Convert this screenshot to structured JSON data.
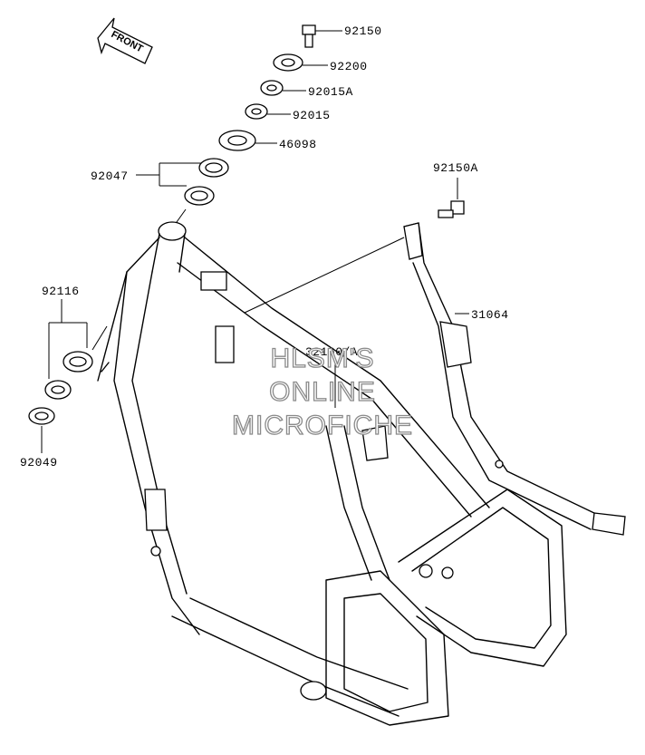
{
  "front_arrow": {
    "label": "FRONT"
  },
  "callouts": [
    {
      "id": "p92150",
      "label": "92150"
    },
    {
      "id": "p92200",
      "label": "92200"
    },
    {
      "id": "p92015A",
      "label": "92015A"
    },
    {
      "id": "p92015",
      "label": "92015"
    },
    {
      "id": "p46098",
      "label": "46098"
    },
    {
      "id": "p92047",
      "label": "92047"
    },
    {
      "id": "p92150A",
      "label": "92150A"
    },
    {
      "id": "p92116",
      "label": "92116"
    },
    {
      "id": "p31064",
      "label": "31064"
    },
    {
      "id": "p32160A",
      "label": "32160/A"
    },
    {
      "id": "p92049",
      "label": "92049"
    }
  ],
  "watermark": {
    "line1": "HLSM'S",
    "line2": "ONLINE",
    "line3": "MICROFICHE"
  }
}
